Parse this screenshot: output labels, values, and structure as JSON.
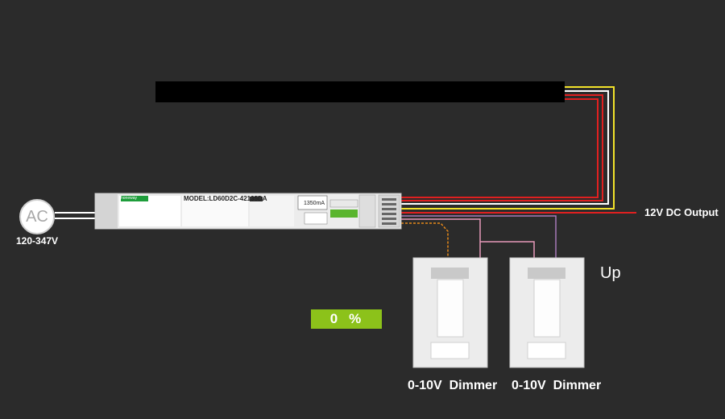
{
  "source": {
    "label": "AC",
    "voltage": "120-347V"
  },
  "driver": {
    "model": "MODEL:LD60D2C-42135DA",
    "current_label": "1350mA",
    "brand": "honeway"
  },
  "output": {
    "label": "12V DC Output"
  },
  "control": {
    "up_label": "Up",
    "level_value": "0",
    "level_unit": "%"
  },
  "dimmers": [
    {
      "label": "0-10V  Dimmer"
    },
    {
      "label": "0-10V  Dimmer"
    }
  ],
  "colors": {
    "background": "#2b2b2b",
    "wire_red": "#e02020",
    "wire_yellow": "#f2e22a",
    "wire_white": "#ffffff",
    "wire_orange": "#e8891a",
    "wire_pink": "#e79ab9",
    "wire_purple": "#a77ab8",
    "level_badge": "#8cc21a",
    "led_strip": "#000000"
  }
}
